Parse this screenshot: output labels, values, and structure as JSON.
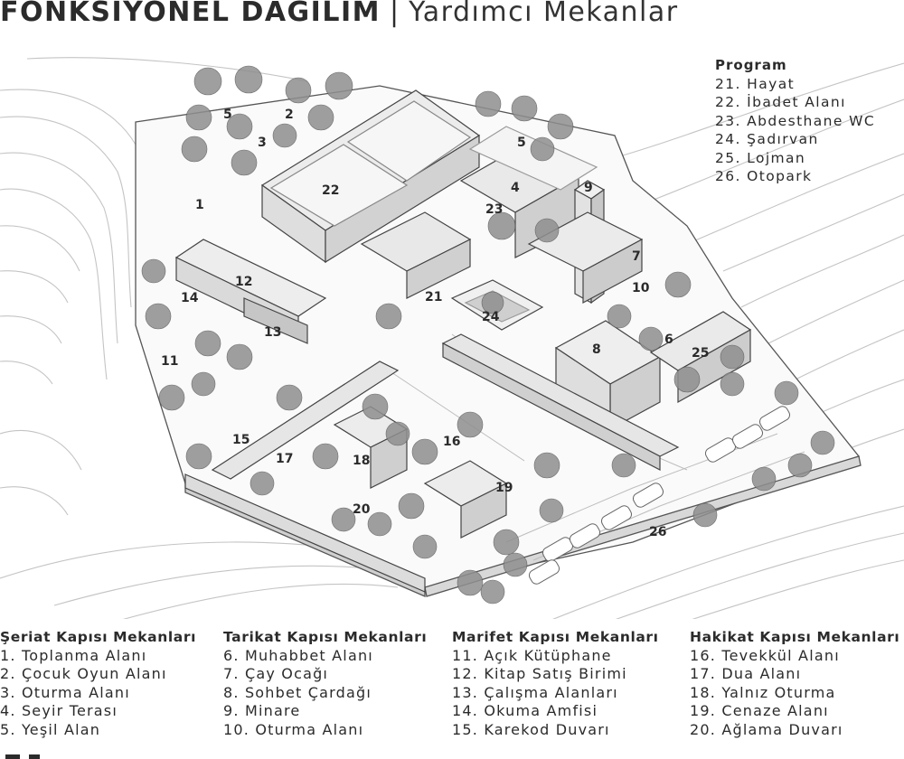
{
  "title": {
    "bold": "FONKSİYONEL DAĞILIM",
    "separator": "|",
    "subtitle": "Yardımcı Mekanlar"
  },
  "program": {
    "heading": "Program",
    "items": [
      "21. Hayat",
      "22. İbadet Alanı",
      "23. Abdesthane WC",
      "24. Şadırvan",
      "25. Lojman",
      "26. Otopark"
    ]
  },
  "legend": [
    {
      "heading": "Şeriat Kapısı Mekanları",
      "items": [
        "1. Toplanma Alanı",
        "2. Çocuk Oyun Alanı",
        "3. Oturma Alanı",
        "4. Seyir Terası",
        "5. Yeşil Alan"
      ]
    },
    {
      "heading": "Tarikat Kapısı Mekanları",
      "items": [
        "6. Muhabbet Alanı",
        "7. Çay Ocağı",
        "8. Sohbet Çardağı",
        "9. Minare",
        "10. Oturma Alanı"
      ]
    },
    {
      "heading": "Marifet Kapısı Mekanları",
      "items": [
        "11. Açık Kütüphane",
        "12. Kitap Satış Birimi",
        "13. Çalışma Alanları",
        "14. Okuma Amfisi",
        "15. Karekod Duvarı"
      ]
    },
    {
      "heading": "Hakikat Kapısı Mekanları",
      "items": [
        "16. Tevekkül Alanı",
        "17. Dua Alanı",
        "18. Yalnız Oturma",
        "19. Cenaze Alanı",
        "20. Ağlama Duvarı"
      ]
    }
  ],
  "plan_labels": [
    "1",
    "2",
    "3",
    "4",
    "5",
    "5",
    "6",
    "7",
    "8",
    "9",
    "10",
    "11",
    "12",
    "13",
    "14",
    "15",
    "16",
    "17",
    "18",
    "19",
    "20",
    "21",
    "22",
    "23",
    "24",
    "25",
    "26"
  ]
}
